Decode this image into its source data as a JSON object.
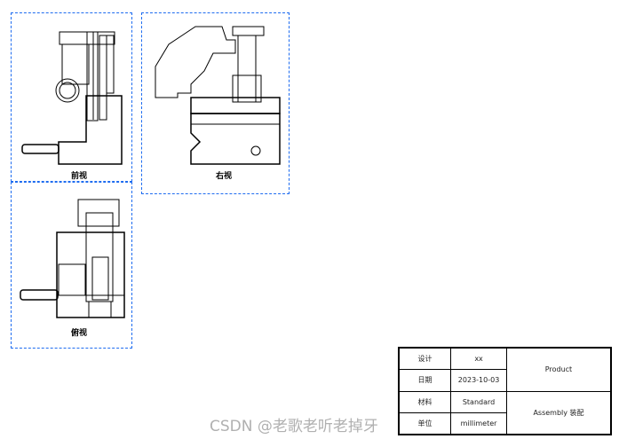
{
  "views": [
    {
      "label": "前视"
    },
    {
      "label": "右视"
    },
    {
      "label": "俯视"
    }
  ],
  "title_block": {
    "rows": [
      {
        "label": "设计",
        "value": "xx"
      },
      {
        "label": "日期",
        "value": "2023-10-03"
      },
      {
        "label": "材料",
        "value": "Standard"
      },
      {
        "label": "单位",
        "value": "millimeter"
      }
    ],
    "product": "Product",
    "drawing_name": "Assembly 装配"
  },
  "watermark": "CSDN @老歌老听老掉牙",
  "colors": {
    "view_border": "#1e6cf0"
  }
}
